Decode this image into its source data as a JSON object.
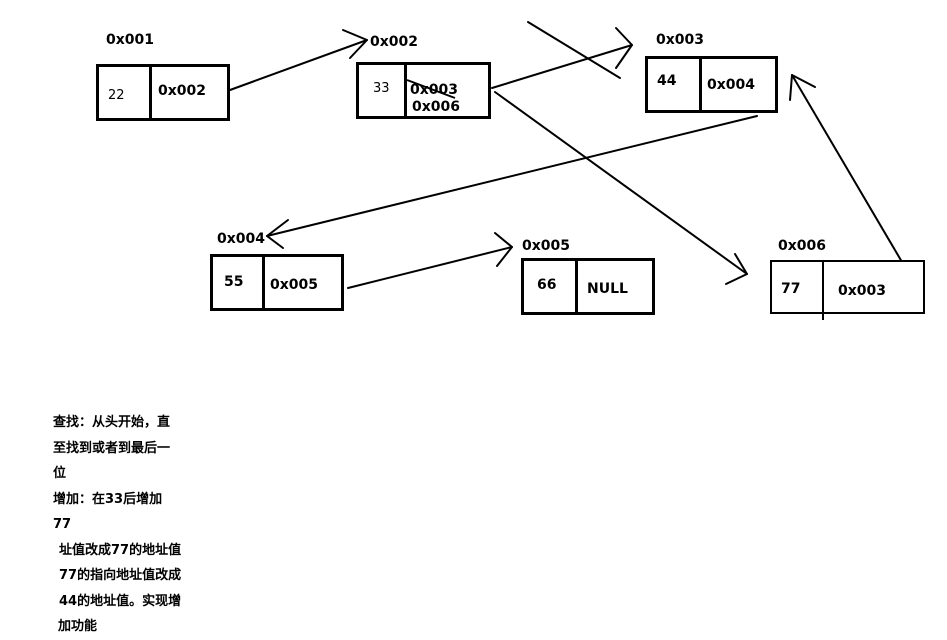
{
  "nodes": [
    {
      "id": "n1",
      "address": "0x001",
      "value": "22",
      "next": "0x002"
    },
    {
      "id": "n2",
      "address": "0x002",
      "value": "33",
      "next": "0x003",
      "next_new": "0x006"
    },
    {
      "id": "n3",
      "address": "0x003",
      "value": "44",
      "next": "0x004"
    },
    {
      "id": "n4",
      "address": "0x004",
      "value": "55",
      "next": "0x005"
    },
    {
      "id": "n5",
      "address": "0x005",
      "value": "66",
      "next": "NULL"
    },
    {
      "id": "n6",
      "address": "0x006",
      "value": "77",
      "next": "0x003"
    }
  ],
  "links": [
    {
      "from": "0x001",
      "to": "0x002"
    },
    {
      "from": "0x002",
      "to": "0x003",
      "crossed_out": true
    },
    {
      "from": "0x002",
      "to": "0x006"
    },
    {
      "from": "0x003",
      "to": "0x004"
    },
    {
      "from": "0x004",
      "to": "0x005"
    },
    {
      "from": "0x006",
      "to": "0x003"
    }
  ],
  "notes": {
    "line1": "查找：从头开始，直",
    "line2": "至找到或者到最后一",
    "line3": "位",
    "line4": "增加：在33后增加",
    "line5": "77",
    "line6": "址值改成77的地址值",
    "line7": "77的指向地址值改成",
    "line8": "44的地址值。实现增",
    "line9": "加功能"
  }
}
